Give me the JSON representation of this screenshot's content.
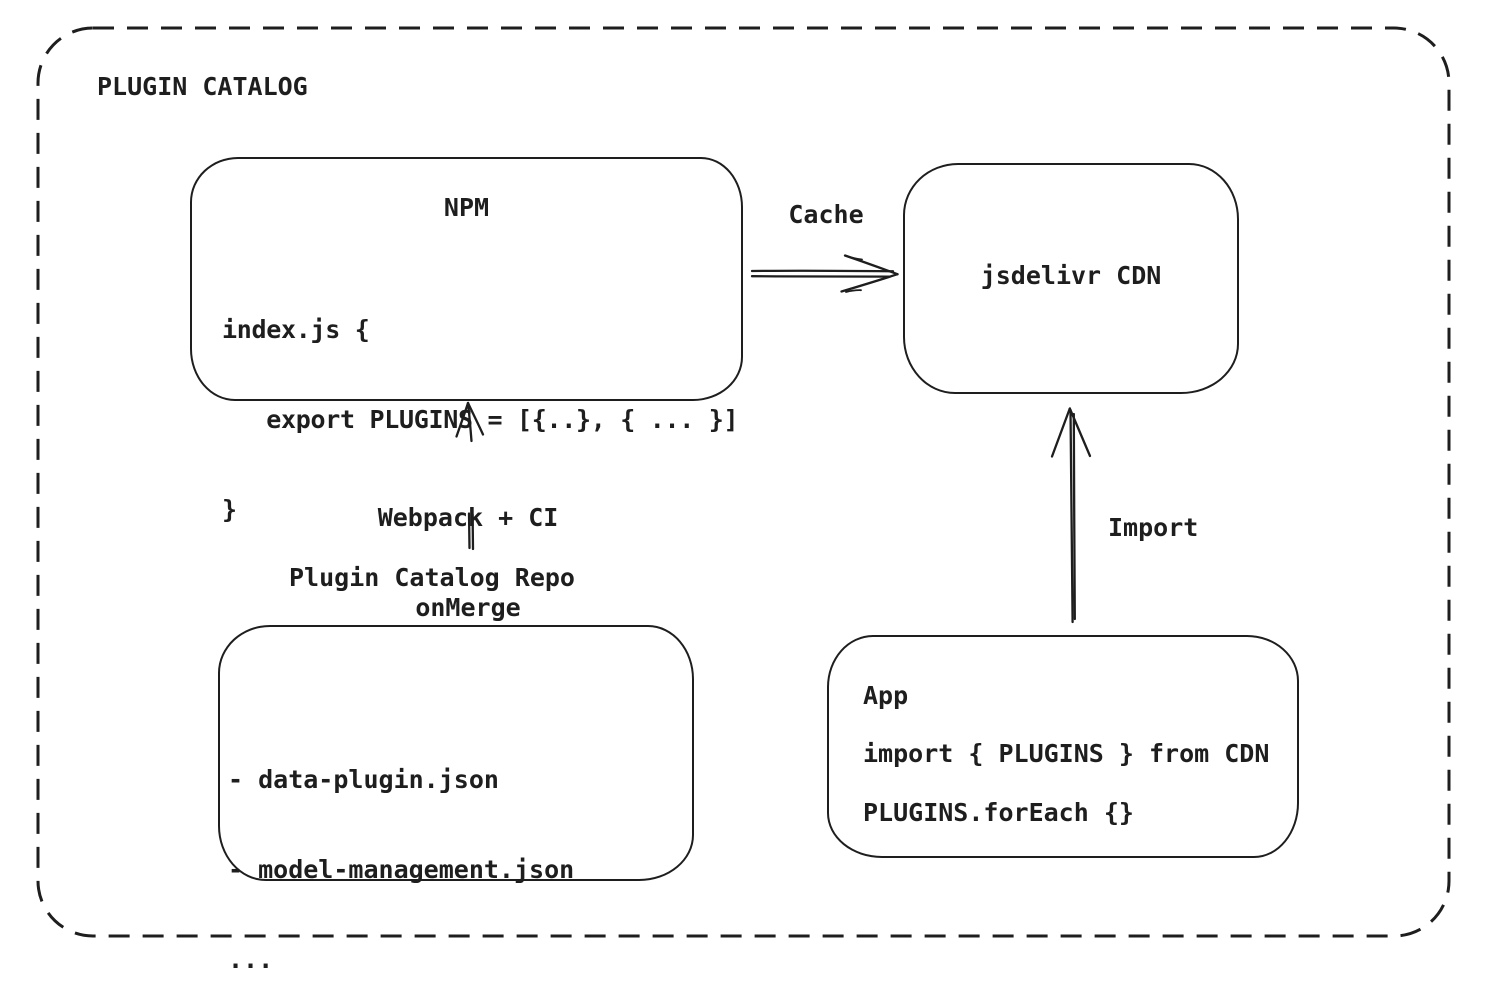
{
  "frame": {
    "title": "PLUGIN CATALOG"
  },
  "nodes": {
    "npm": {
      "title": "NPM",
      "code": [
        "index.js {",
        "   export PLUGINS = [{..}, { ... }]",
        "}"
      ]
    },
    "cdn": {
      "label": "jsdelivr CDN"
    },
    "repo": {
      "label": "Plugin Catalog Repo",
      "files": [
        "- data-plugin.json",
        "- model-management.json",
        "..."
      ]
    },
    "app": {
      "title": "App",
      "code": [
        "import { PLUGINS } from CDN",
        "PLUGINS.forEach {}"
      ]
    }
  },
  "edges": {
    "cache": {
      "label": "Cache",
      "from": "npm",
      "to": "cdn"
    },
    "build": {
      "label_lines": [
        "Webpack + CI",
        "onMerge"
      ],
      "from": "repo",
      "to": "npm"
    },
    "import": {
      "label": "Import",
      "from": "app",
      "to": "cdn"
    }
  },
  "colors": {
    "stroke": "#1e1e1e",
    "background": "#ffffff"
  }
}
